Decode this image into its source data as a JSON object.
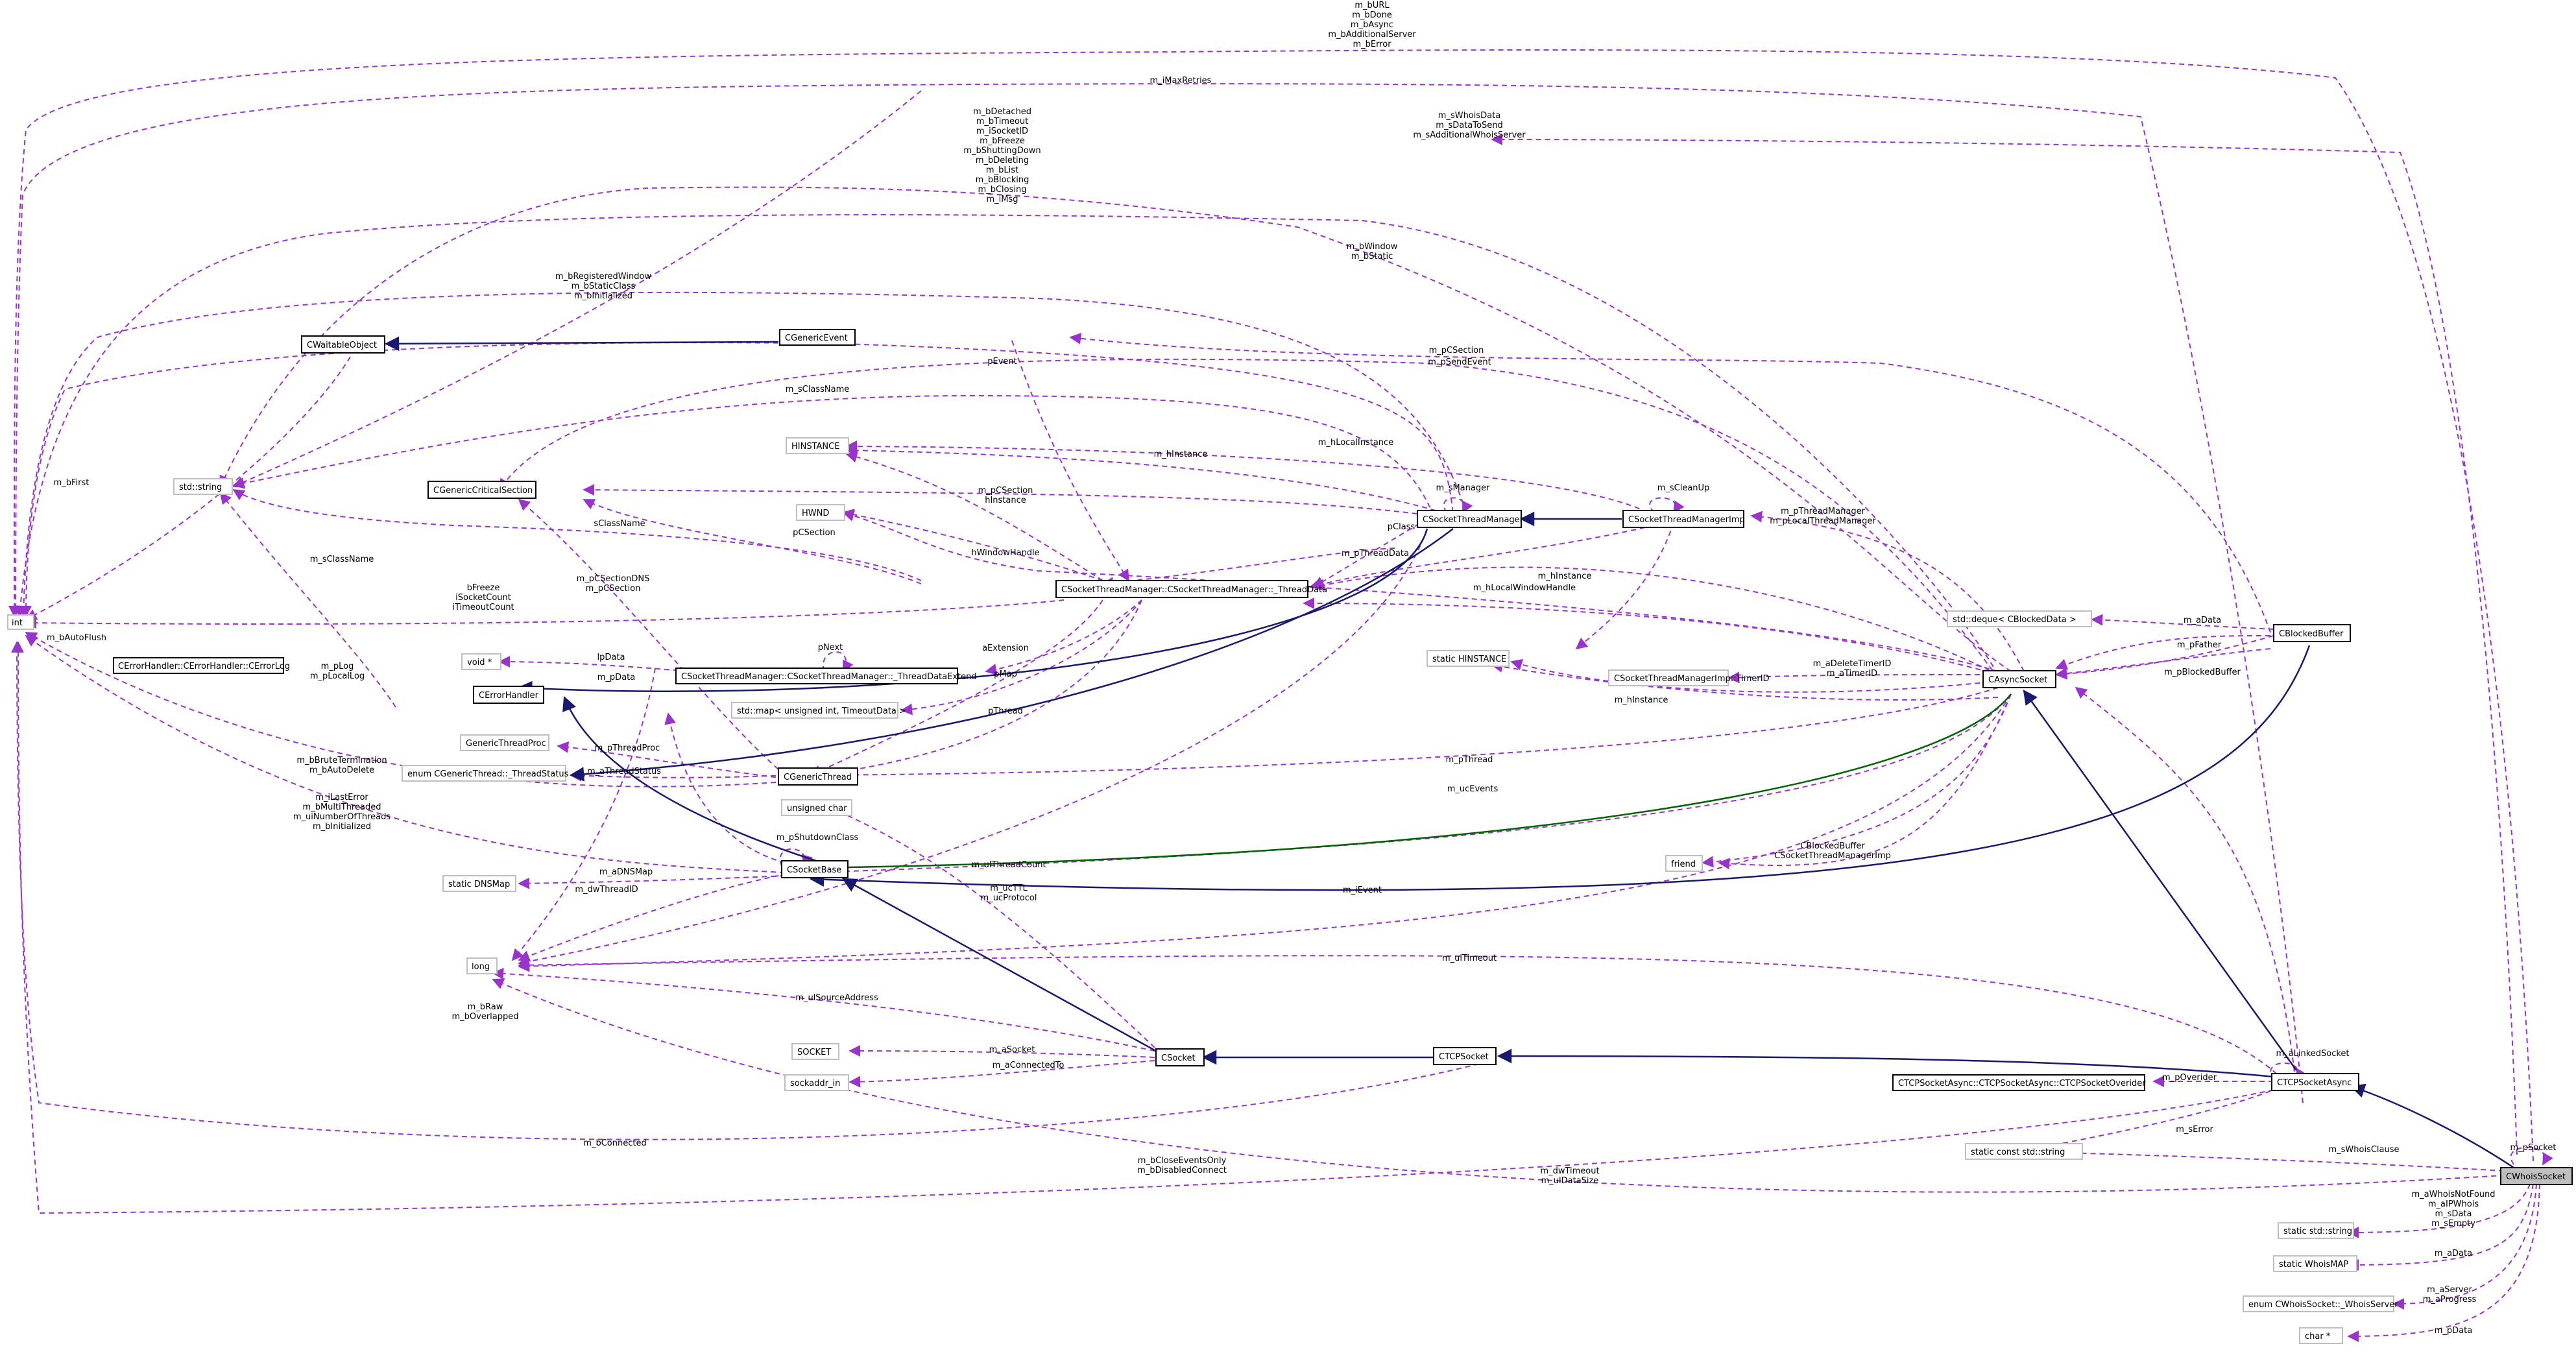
{
  "nodes": {
    "int": "int",
    "long": "long",
    "std_string": "std::string",
    "cwaitableobject": "CWaitableObject",
    "cgenericevent": "CGenericEvent",
    "cgenericcriticalsection": "CGenericCriticalSection",
    "hinstance": "HINSTANCE",
    "hwnd": "HWND",
    "void_ptr": "void *",
    "cerrorhandler": "CErrorHandler",
    "cerrorhandler_cerrorlog": "CErrorHandler::CErrorHandler::CErrorLog",
    "genericthreadproc": "GenericThreadProc",
    "enum_threadstatus": "enum CGenericThread::_ThreadStatus",
    "static_dnsmap": "static DNSMap",
    "cgenericthread": "CGenericThread",
    "csocketbase": "CSocketBase",
    "threaddata": "CSocketThreadManager::CSocketThreadManager::_ThreadData",
    "threaddataextend": "CSocketThreadManager::CSocketThreadManager::_ThreadDataExtend",
    "std_map": "std::map< unsigned int, TimeoutData >",
    "unsigned_char": "unsigned char",
    "csocketthreadmanager": "CSocketThreadManager",
    "csocketthreadmanagerimp": "CSocketThreadManagerImp",
    "static_hinstance": "static HINSTANCE",
    "timerid": "CSocketThreadManagerImp::TimerID",
    "casyncsocket": "CAsyncSocket",
    "friend": "friend",
    "std_deque": "std::deque< CBlockedData >",
    "cblockedbuffer": "CBlockedBuffer",
    "socket_t": "SOCKET",
    "sockaddr_in": "sockaddr_in",
    "csocket": "CSocket",
    "ctcpsocket": "CTCPSocket",
    "ctcpsocketoverider": "CTCPSocketAsync::CTCPSocketAsync::CTCPSocketOverider",
    "ctcpsocketasync": "CTCPSocketAsync",
    "static_const_string": "static const std::string",
    "cwhoissocket": "CWhoisSocket",
    "static_std_string": "static std::string",
    "static_whoismap": "static WhoisMAP",
    "enum_whoisserver": "enum CWhoisSocket::_WhoisServer",
    "char_ptr": "char *"
  },
  "labels": {
    "top_right": [
      "m_bURL",
      "m_bDone",
      "m_bAsync",
      "m_bAdditionalServer",
      "m_bError"
    ],
    "max_retries": "m_iMaxRetries",
    "whois_data": [
      "m_sWhoisData",
      "m_sDataToSend",
      "m_sAdditionalWhoisServer"
    ],
    "bflags": [
      "m_bDetached",
      "m_bTimeout",
      "m_iSocketID",
      "m_bFreeze",
      "m_bShuttingDown",
      "m_bDeleting",
      "m_bList",
      "m_bBlocking",
      "m_bClosing",
      "m_iMsg"
    ],
    "window_static": [
      "m_bWindow",
      "m_bStatic"
    ],
    "registered": [
      "m_bRegisteredWindow",
      "m_bStaticClass",
      "m_bInitialized"
    ],
    "first": "m_bFirst",
    "sclassname_top": "m_sClassName",
    "pevent": "pEvent",
    "pcsection_top": "m_pCSection",
    "psendevent": "m_pSendEvent",
    "hlocalinstance": "m_hLocalInstance",
    "hinstance": "m_hInstance",
    "csleanup": "m_pCSection\nhInstance",
    "scleanup": "m_sCleanUp",
    "pcsection_mgr": "m_pCSection\nhInstance",
    "smanager": "m_sManager",
    "pclass": "pClass",
    "pthreaddata": "m_pThreadData",
    "sclassname": "sClassName",
    "pcsection": "pCSection",
    "hwindowhandle": "hWindowHandle",
    "hlocalwindowhandle": "m_hLocalWindowHandle",
    "freeze": [
      "bFreeze",
      "iSocketCount",
      "iTimeoutCount"
    ],
    "sclassname_left": "m_sClassName",
    "pcsectiondns": [
      "m_pCSectionDNS",
      "m_pCSection"
    ],
    "pnext": "pNext",
    "lpdata": "lpData",
    "pdata": "m_pData",
    "aextension": "aExtension",
    "pmap": "pMap",
    "pthread_label": "pThread",
    "bautoflush": "m_bAutoFlush",
    "plog": [
      "m_pLog",
      "m_pLocalLog"
    ],
    "hinstance_static": "m_hInstance",
    "threadmanager": [
      "m_pThreadManager",
      "m_pLocalThreadManager"
    ],
    "adeletetimer": [
      "m_aDeleteTimerID",
      "m_aTimerID"
    ],
    "pfather": "m_pFather",
    "adata": "m_aData",
    "pblockedbuffer": "m_pBlockedBuffer",
    "pthreadproc": "m_pThreadProc",
    "athreadstatus": "m_aThreadStatus",
    "bkill": [
      "m_bBruteTermination",
      "m_bAutoDelete"
    ],
    "lasterror": [
      "m_iLastError",
      "m_bMultiThreaded",
      "m_uiNumberOfThreads",
      "m_bInitialized"
    ],
    "pthread": "m_pThread",
    "ucevents": "m_ucEvents",
    "pshutdownclass": "m_pShutdownClass",
    "adnsmap": "m_aDNSMap",
    "dwthreadid": "m_dwThreadID",
    "ulthreadcount": "m_ulThreadCount",
    "ucttl": [
      "m_ucTTL",
      "m_ucProtocol"
    ],
    "friend_label": [
      "CBlockedBuffer",
      "CSocketThreadManagerImp"
    ],
    "ievent": "m_iEvent",
    "ultimeout": "m_ulTimeout",
    "braw": [
      "m_bRaw",
      "m_bOverlapped"
    ],
    "ulsource": "m_ulSourceAddress",
    "asocket": "m_aSocket",
    "aconnectedto": "m_aConnectedTo",
    "alinkedsocket": "m_aLinkedSocket",
    "poverider": "m_pOverider",
    "bconnected": "m_bConnected",
    "serror": "m_sError",
    "bcloseevents": [
      "m_bCloseEventsOnly",
      "m_bDisabledConnect"
    ],
    "dwtimeout": [
      "m_dwTimeout",
      "m_ulDataSize"
    ],
    "swhoisclause": "m_sWhoisClause",
    "psocket": "m_pSocket",
    "awhoisnotfound": [
      "m_aWhoisNotFound",
      "m_aIPWhois",
      "m_sData",
      "m_sEmpty"
    ],
    "adata_map": "m_aData",
    "aserver": [
      "m_aServer",
      "m_aProgress"
    ],
    "pdata_char": "m_pData"
  }
}
